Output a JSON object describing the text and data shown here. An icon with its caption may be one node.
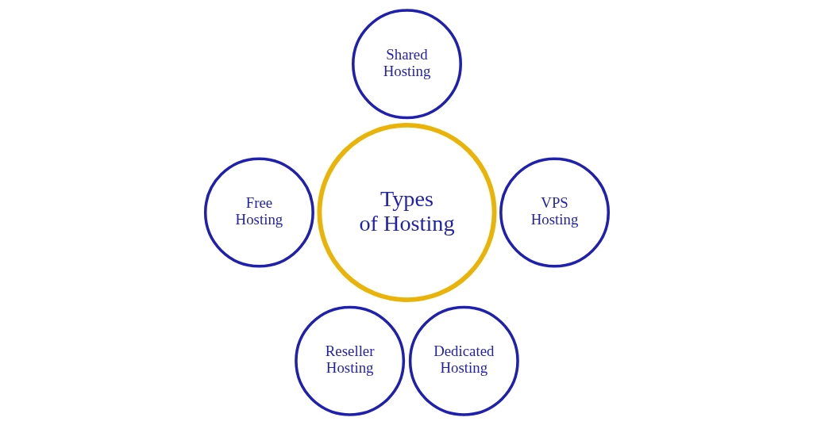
{
  "diagram": {
    "nodes": [
      {
        "text": [
          "Shared Hosting"
        ]
      },
      {
        "text": [
          "Free Hosting"
        ]
      },
      {
        "text": [
          "Types of Hosting"
        ]
      },
      {
        "text": [
          "VPS Hosting"
        ]
      },
      {
        "text": [
          "Reseller Hosting"
        ]
      },
      {
        "text": [
          "Dedicated Hosting"
        ]
      }
    ],
    "edges": []
  }
}
